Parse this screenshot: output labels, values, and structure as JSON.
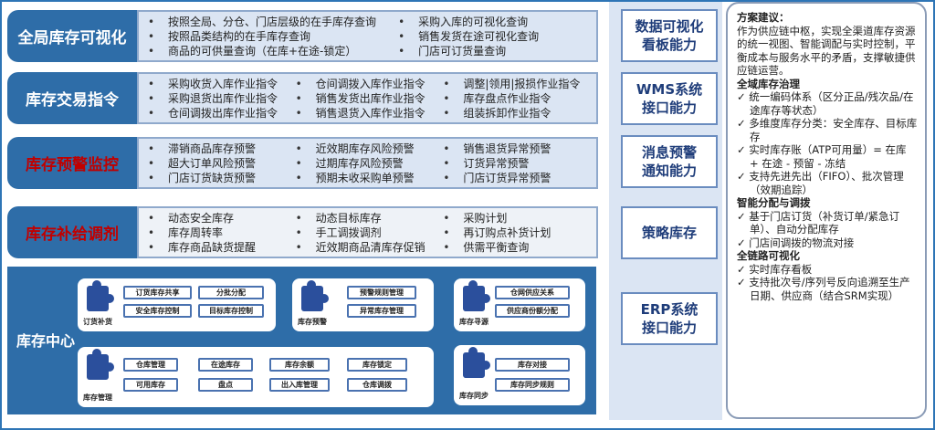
{
  "rows": [
    {
      "label": "全局库存可视化",
      "red": false,
      "cols": 3,
      "items": [
        "按照全局、分仓、门店层级的在手库存查询",
        "采购入库的可视化查询",
        "按照品类结构的在手库存查询",
        "销售发货在途可视化查询",
        "商品的可供量查询（在库+在途-锁定）",
        "门店可订货量查询"
      ]
    },
    {
      "label": "库存交易指令",
      "items": [
        "采购收货入库作业指令",
        "仓间调拨入库作业指令",
        "调整|领用|报损作业指令",
        "采购退货出库作业指令",
        "销售发货出库作业指令",
        "库存盘点作业指令",
        "仓间调拨出库作业指令",
        "销售退货入库作业指令",
        "组装拆卸作业指令"
      ]
    },
    {
      "label": "库存预警监控",
      "items": [
        "滞销商品库存预警",
        "近效期库存风险预警",
        "销售退货异常预警",
        "超大订单风险预警",
        "过期库存风险预警",
        "订货异常预警",
        "门店订货缺货预警",
        "预期未收采购单预警",
        "门店订货异常预警"
      ]
    },
    {
      "label": "库存补给调剂",
      "items": [
        "动态安全库存",
        "动态目标库存",
        "采购计划",
        "库存周转率",
        "手工调拨调剂",
        "再订购点补货计划",
        "库存商品缺货提醒",
        "近效期商品清库存促销",
        "供需平衡查询"
      ]
    }
  ],
  "center": {
    "title": "库存中心",
    "cards": [
      {
        "name": "订货补货",
        "chips": [
          "订货库存共享",
          "分批分配",
          "安全库存控制",
          "目标库存控制"
        ]
      },
      {
        "name": "库存预警",
        "chips": [
          "预警规则管理",
          "异常库存管理"
        ]
      },
      {
        "name": "库存寻源",
        "chips": [
          "仓网供应关系",
          "供应商份额分配"
        ]
      },
      {
        "name": "库存管理",
        "chips": [
          "仓库管理",
          "在途库存",
          "库存余额",
          "库存锁定",
          "可用库存",
          "盘点",
          "出入库管理",
          "仓库调拨"
        ]
      },
      {
        "name": "库存同步",
        "chips": [
          "库存对接",
          "库存同步规则"
        ]
      }
    ]
  },
  "capabilities": [
    "数据可视化\n看板能力",
    "WMS系统\n接口能力",
    "消息预警\n通知能力",
    "策略库存",
    "ERP系统\n接口能力"
  ],
  "recommendation": {
    "title": "方案建议：",
    "intro": "作为供应链中枢，实现全渠道库存资源的统一视图、智能调配与实时控制，平衡成本与服务水平的矛盾，支撑敏捷供应链运营。",
    "sections": [
      {
        "heading": "全域库存治理",
        "items": [
          "统一编码体系（区分正品/残次品/在途库存等状态）",
          "多维度库存分类：安全库存、目标库存",
          "实时库存账（ATP可用量）= 在库 + 在途 - 预留 - 冻结",
          "支持先进先出（FIFO）、批次管理（效期追踪）"
        ]
      },
      {
        "heading": "智能分配与调拨",
        "items": [
          "基于门店订货（补货订单/紧急订单）、自动分配库存",
          "门店间调拨的物流对接"
        ]
      },
      {
        "heading": "全链路可视化",
        "items": [
          "实时库存看板",
          "支持批次号/序列号反向追溯至生产日期、供应商（结合SRM实现）"
        ]
      }
    ]
  }
}
